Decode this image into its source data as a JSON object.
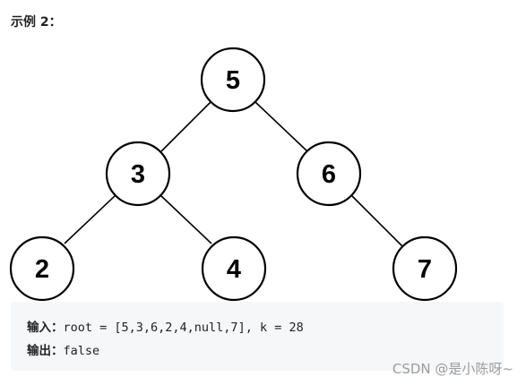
{
  "heading": "示例 2：",
  "tree": {
    "nodes": [
      "5",
      "3",
      "6",
      "2",
      "4",
      "7"
    ]
  },
  "example": {
    "input_label": "输入：",
    "input_value": "root = [5,3,6,2,4,null,7], k = 28",
    "output_label": "输出：",
    "output_value": "false"
  },
  "watermark": "CSDN @是小陈呀~"
}
